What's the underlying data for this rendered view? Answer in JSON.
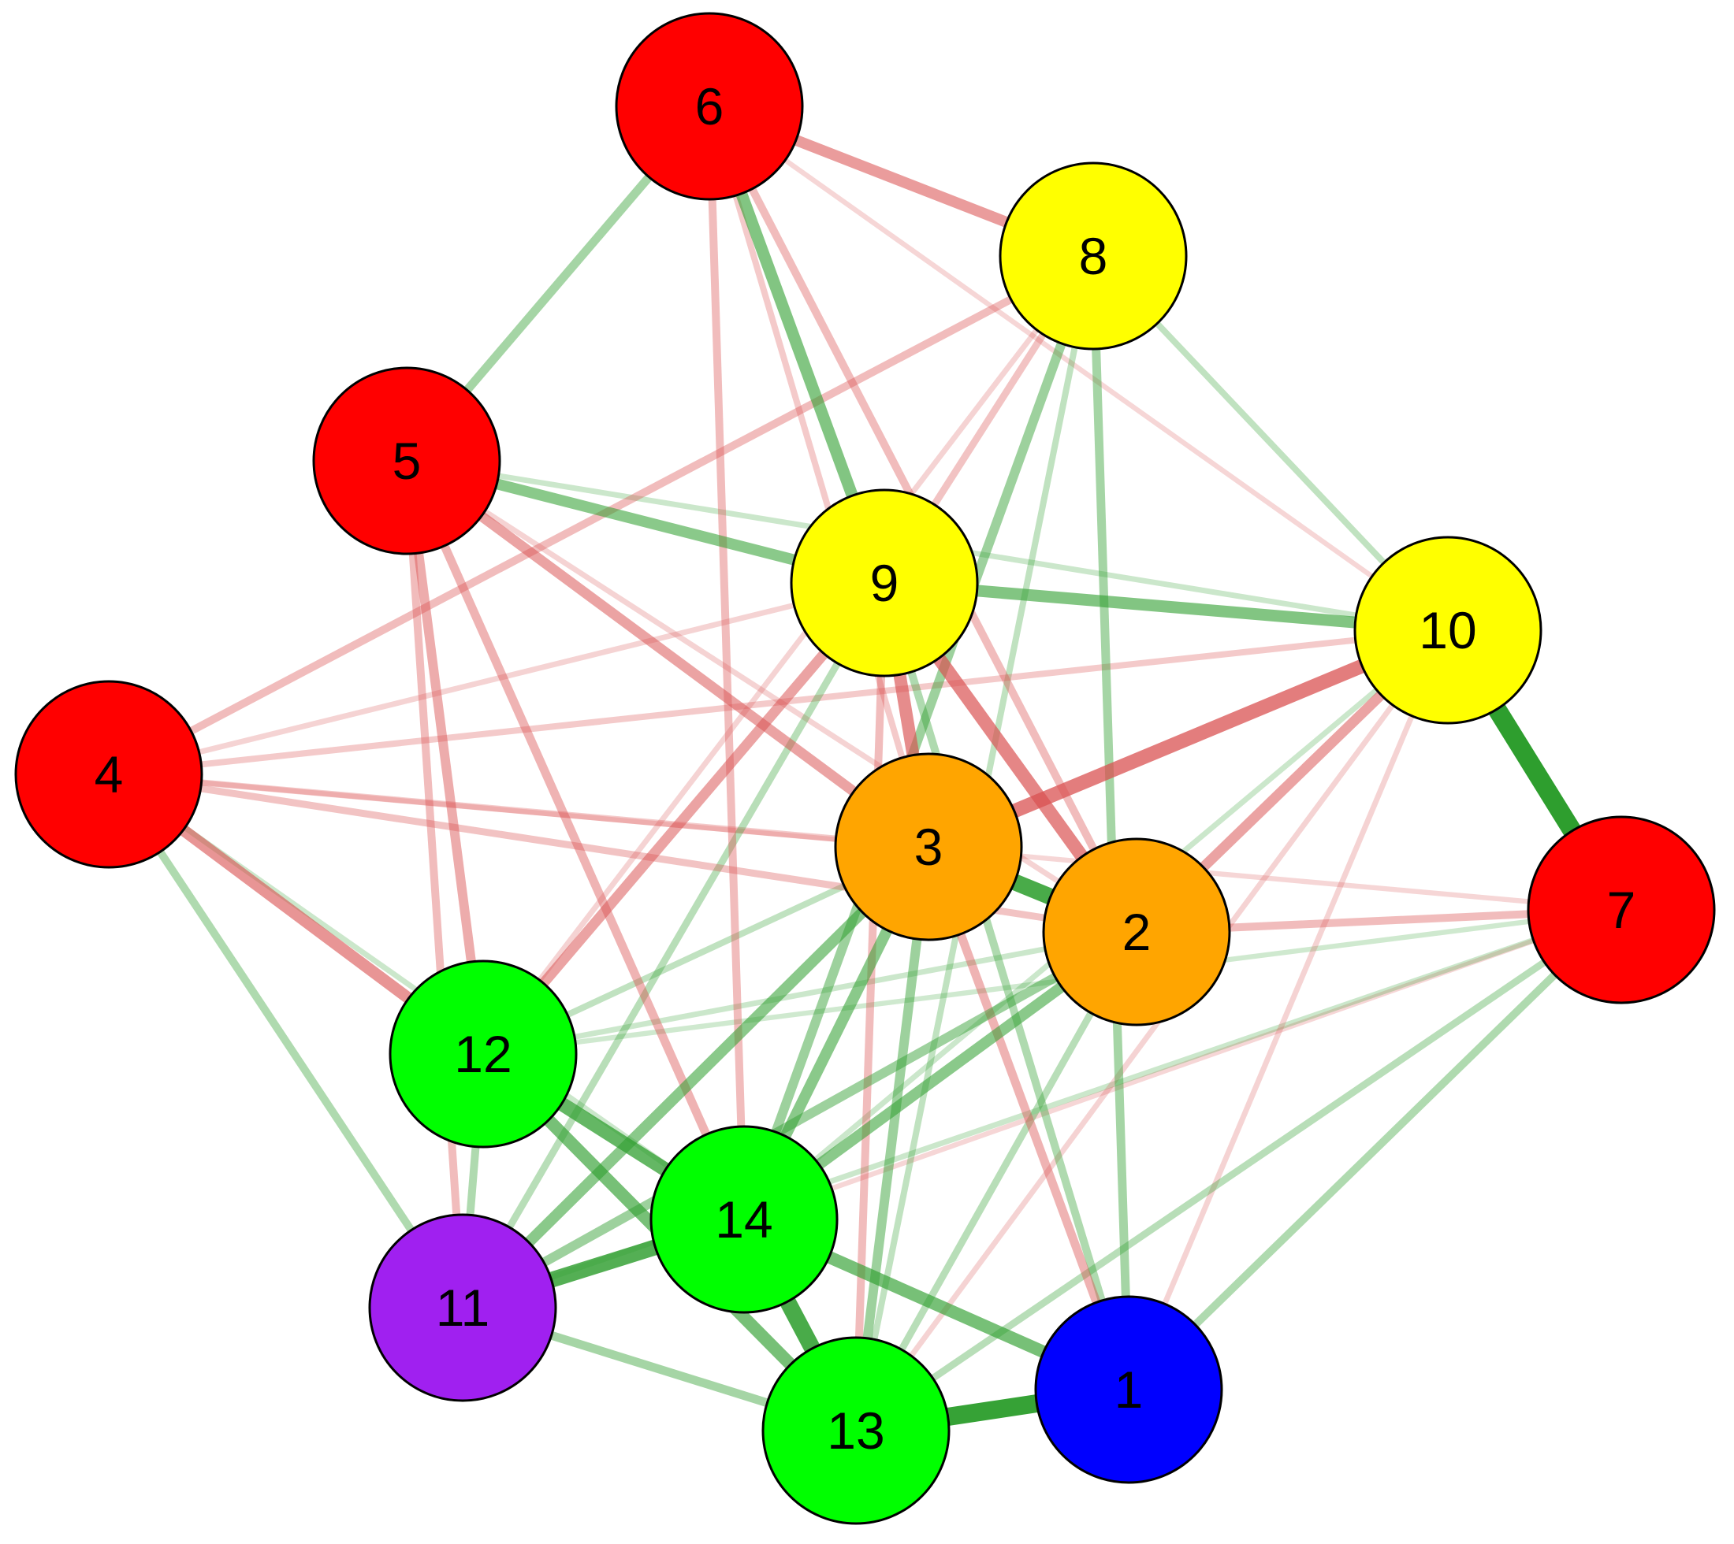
{
  "colors": {
    "red": "#FF0000",
    "yellow": "#FFFF00",
    "orange": "#FFA500",
    "green": "#00FF00",
    "blue": "#0000FF",
    "purple": "#A020F0",
    "positive_edge": "#2E9E2E",
    "negative_edge": "#D94F4F",
    "node_outline": "#000000",
    "background": "#FFFFFF"
  },
  "nodes": [
    {
      "id": "1",
      "label": "1",
      "color": "blue"
    },
    {
      "id": "2",
      "label": "2",
      "color": "orange"
    },
    {
      "id": "3",
      "label": "3",
      "color": "orange"
    },
    {
      "id": "4",
      "label": "4",
      "color": "red"
    },
    {
      "id": "5",
      "label": "5",
      "color": "red"
    },
    {
      "id": "6",
      "label": "6",
      "color": "red"
    },
    {
      "id": "7",
      "label": "7",
      "color": "red"
    },
    {
      "id": "8",
      "label": "8",
      "color": "yellow"
    },
    {
      "id": "9",
      "label": "9",
      "color": "yellow"
    },
    {
      "id": "10",
      "label": "10",
      "color": "yellow"
    },
    {
      "id": "11",
      "label": "11",
      "color": "purple"
    },
    {
      "id": "12",
      "label": "12",
      "color": "green"
    },
    {
      "id": "13",
      "label": "13",
      "color": "green"
    },
    {
      "id": "14",
      "label": "14",
      "color": "green"
    }
  ],
  "edges": [
    {
      "source": "10",
      "target": "7",
      "sign": "positive",
      "weight": 1.0
    },
    {
      "source": "13",
      "target": "1",
      "sign": "positive",
      "weight": 0.95
    },
    {
      "source": "3",
      "target": "2",
      "sign": "positive",
      "weight": 0.85
    },
    {
      "source": "14",
      "target": "13",
      "sign": "positive",
      "weight": 0.85
    },
    {
      "source": "11",
      "target": "14",
      "sign": "positive",
      "weight": 0.8
    },
    {
      "source": "12",
      "target": "14",
      "sign": "positive",
      "weight": 0.7
    },
    {
      "source": "12",
      "target": "13",
      "sign": "positive",
      "weight": 0.6
    },
    {
      "source": "14",
      "target": "1",
      "sign": "positive",
      "weight": 0.6
    },
    {
      "source": "6",
      "target": "9",
      "sign": "positive",
      "weight": 0.55
    },
    {
      "source": "9",
      "target": "10",
      "sign": "positive",
      "weight": 0.55
    },
    {
      "source": "5",
      "target": "9",
      "sign": "positive",
      "weight": 0.5
    },
    {
      "source": "11",
      "target": "3",
      "sign": "positive",
      "weight": 0.5
    },
    {
      "source": "14",
      "target": "2",
      "sign": "positive",
      "weight": 0.5
    },
    {
      "source": "14",
      "target": "3",
      "sign": "positive",
      "weight": 0.5
    },
    {
      "source": "11",
      "target": "2",
      "sign": "positive",
      "weight": 0.4
    },
    {
      "source": "13",
      "target": "3",
      "sign": "positive",
      "weight": 0.4
    },
    {
      "source": "8",
      "target": "14",
      "sign": "positive",
      "weight": 0.4
    },
    {
      "source": "8",
      "target": "1",
      "sign": "positive",
      "weight": 0.35
    },
    {
      "source": "6",
      "target": "5",
      "sign": "positive",
      "weight": 0.35
    },
    {
      "source": "4",
      "target": "11",
      "sign": "positive",
      "weight": 0.3
    },
    {
      "source": "11",
      "target": "13",
      "sign": "positive",
      "weight": 0.35
    },
    {
      "source": "12",
      "target": "11",
      "sign": "positive",
      "weight": 0.3
    },
    {
      "source": "9",
      "target": "1",
      "sign": "positive",
      "weight": 0.3
    },
    {
      "source": "7",
      "target": "1",
      "sign": "positive",
      "weight": 0.3
    },
    {
      "source": "7",
      "target": "13",
      "sign": "positive",
      "weight": 0.25
    },
    {
      "source": "9",
      "target": "11",
      "sign": "positive",
      "weight": 0.25
    },
    {
      "source": "8",
      "target": "10",
      "sign": "positive",
      "weight": 0.2
    },
    {
      "source": "2",
      "target": "13",
      "sign": "positive",
      "weight": 0.25
    },
    {
      "source": "8",
      "target": "13",
      "sign": "positive",
      "weight": 0.2
    },
    {
      "source": "12",
      "target": "3",
      "sign": "positive",
      "weight": 0.2
    },
    {
      "source": "12",
      "target": "2",
      "sign": "positive",
      "weight": 0.15
    },
    {
      "source": "7",
      "target": "11",
      "sign": "positive",
      "weight": 0.15
    },
    {
      "source": "4",
      "target": "14",
      "sign": "positive",
      "weight": 0.15
    },
    {
      "source": "5",
      "target": "10",
      "sign": "positive",
      "weight": 0.15
    },
    {
      "source": "7",
      "target": "12",
      "sign": "positive",
      "weight": 0.12
    },
    {
      "source": "10",
      "target": "14",
      "sign": "positive",
      "weight": 0.15
    },
    {
      "source": "3",
      "target": "10",
      "sign": "negative",
      "weight": 0.7
    },
    {
      "source": "9",
      "target": "2",
      "sign": "negative",
      "weight": 0.65
    },
    {
      "source": "9",
      "target": "3",
      "sign": "negative",
      "weight": 0.6
    },
    {
      "source": "4",
      "target": "12",
      "sign": "negative",
      "weight": 0.55
    },
    {
      "source": "6",
      "target": "8",
      "sign": "negative",
      "weight": 0.5
    },
    {
      "source": "9",
      "target": "12",
      "sign": "negative",
      "weight": 0.45
    },
    {
      "source": "10",
      "target": "2",
      "sign": "negative",
      "weight": 0.45
    },
    {
      "source": "5",
      "target": "3",
      "sign": "negative",
      "weight": 0.45
    },
    {
      "source": "5",
      "target": "12",
      "sign": "negative",
      "weight": 0.4
    },
    {
      "source": "5",
      "target": "14",
      "sign": "negative",
      "weight": 0.35
    },
    {
      "source": "4",
      "target": "8",
      "sign": "negative",
      "weight": 0.3
    },
    {
      "source": "3",
      "target": "1",
      "sign": "negative",
      "weight": 0.35
    },
    {
      "source": "9",
      "target": "13",
      "sign": "negative",
      "weight": 0.3
    },
    {
      "source": "6",
      "target": "2",
      "sign": "negative",
      "weight": 0.3
    },
    {
      "source": "6",
      "target": "14",
      "sign": "negative",
      "weight": 0.3
    },
    {
      "source": "4",
      "target": "2",
      "sign": "negative",
      "weight": 0.25
    },
    {
      "source": "5",
      "target": "11",
      "sign": "negative",
      "weight": 0.3
    },
    {
      "source": "2",
      "target": "7",
      "sign": "negative",
      "weight": 0.3
    },
    {
      "source": "8",
      "target": "9",
      "sign": "negative",
      "weight": 0.25
    },
    {
      "source": "4",
      "target": "10",
      "sign": "negative",
      "weight": 0.2
    },
    {
      "source": "4",
      "target": "3",
      "sign": "negative",
      "weight": 0.2
    },
    {
      "source": "6",
      "target": "3",
      "sign": "negative",
      "weight": 0.2
    },
    {
      "source": "8",
      "target": "12",
      "sign": "negative",
      "weight": 0.15
    },
    {
      "source": "10",
      "target": "1",
      "sign": "negative",
      "weight": 0.15
    },
    {
      "source": "10",
      "target": "13",
      "sign": "negative",
      "weight": 0.15
    },
    {
      "source": "4",
      "target": "9",
      "sign": "negative",
      "weight": 0.15
    },
    {
      "source": "4",
      "target": "7",
      "sign": "negative",
      "weight": 0.12
    },
    {
      "source": "7",
      "target": "14",
      "sign": "negative",
      "weight": 0.12
    },
    {
      "source": "6",
      "target": "10",
      "sign": "negative",
      "weight": 0.12
    },
    {
      "source": "5",
      "target": "2",
      "sign": "negative",
      "weight": 0.15
    }
  ]
}
